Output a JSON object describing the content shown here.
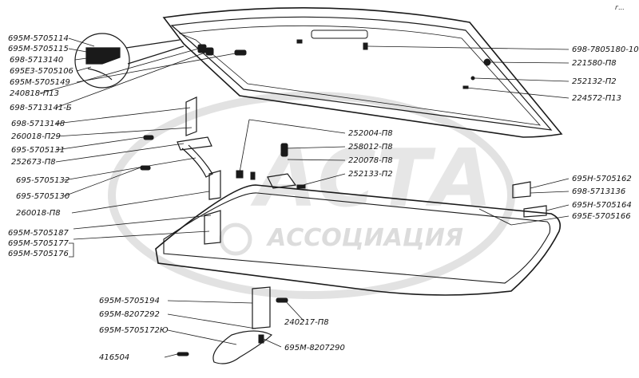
{
  "watermark": {
    "logo_text": "АСТА",
    "subtitle": "АССОЦИАЦИЯ"
  },
  "corner_mark": "г...",
  "colors": {
    "line": "#1a1a1a",
    "watermark": "#dcdcdc"
  },
  "labels_left": [
    "695М-5705114",
    "695М-5705115",
    "698-5713140",
    "695Е3-5705106",
    "695М-5705149",
    "240818-П13",
    "698-5713141-Б",
    "698-5713148",
    "260018-П29",
    "695-5705131",
    "252673-П8",
    "695-5705132",
    "695-5705130",
    "260018-П8",
    "695М-5705187",
    "695М-5705177",
    "695М-5705176"
  ],
  "labels_center": [
    "252004-П8",
    "258012-П8",
    "220078-П8",
    "252133-П2",
    "240217-П8"
  ],
  "labels_right": [
    "698-7805180-10",
    "221580-П8",
    "252132-П2",
    "224572-П13",
    "695Н-5705162",
    "698-5713136",
    "695Н-5705164",
    "695Е-5705166"
  ],
  "labels_bottom": [
    "695М-5705194",
    "695М-8207292",
    "695М-5705172Ю",
    "416504",
    "695М-8207290"
  ]
}
